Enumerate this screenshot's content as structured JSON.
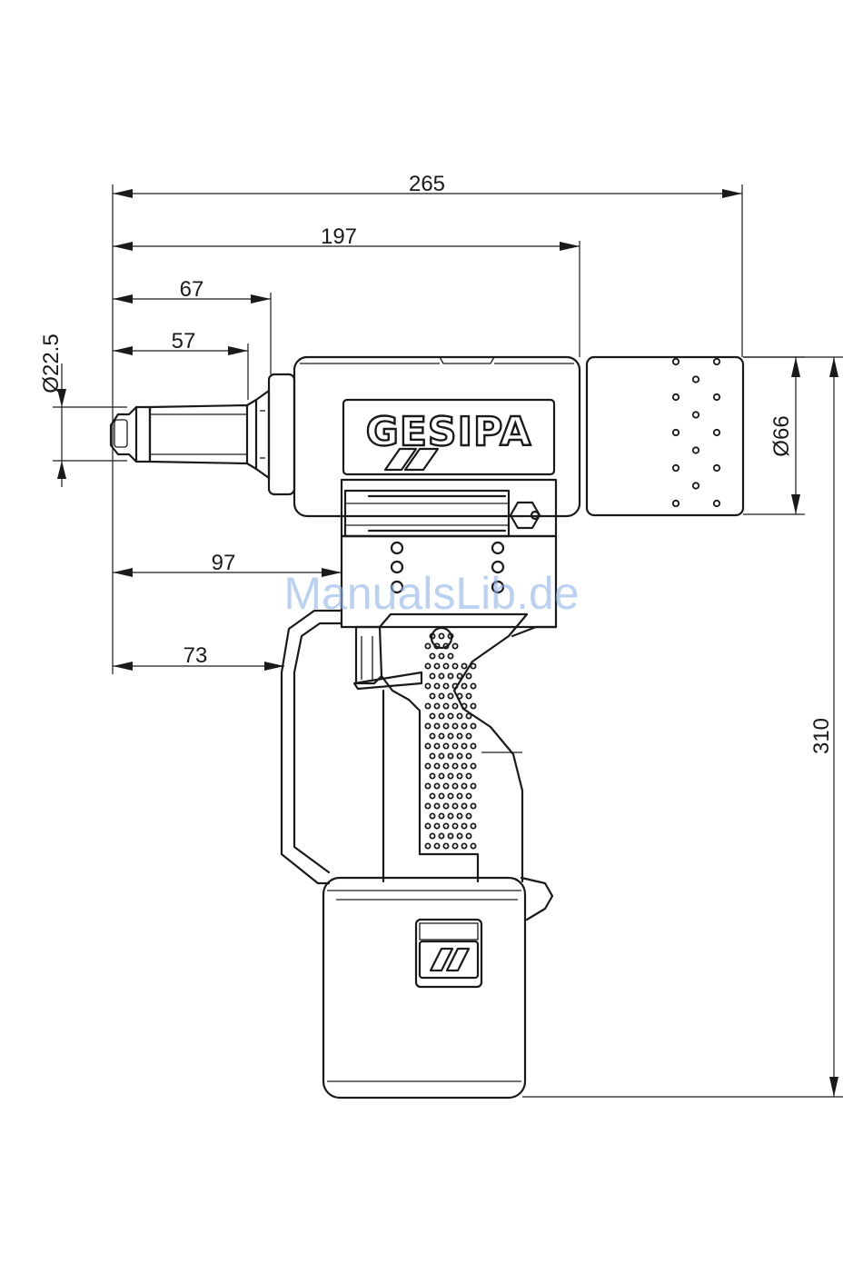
{
  "dimensions": {
    "overall_length": "265",
    "length_197": "197",
    "length_67": "67",
    "length_57": "57",
    "length_97": "97",
    "length_73": "73",
    "nose_diameter": "Ø22.5",
    "motor_diameter": "Ø66",
    "height": "310"
  },
  "brand_text": "GESIPA",
  "watermark": "ManualsLib.de",
  "icons": {
    "brand_logo": "double-slash-logo",
    "battery_logo": "double-slash-logo",
    "hex_screw": "hexagon-screw-icon"
  }
}
